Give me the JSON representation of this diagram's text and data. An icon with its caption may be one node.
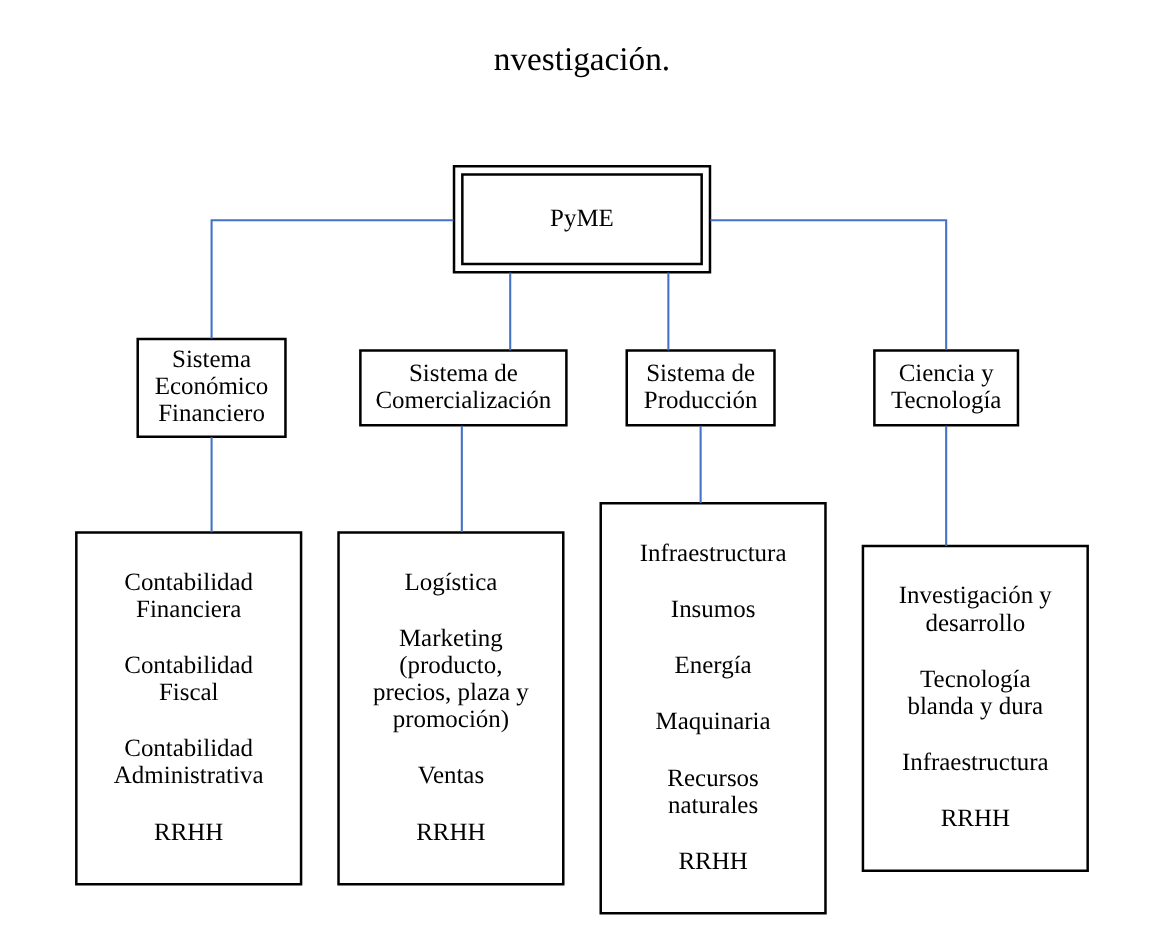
{
  "diagram": {
    "nodes": [
      {
        "text": [
          "PyME"
        ]
      },
      {
        "text": [
          "Sistema Económico Financiero"
        ]
      },
      {
        "text": [
          "Sistema de Comercialización"
        ]
      },
      {
        "text": [
          "Sistema de Producción"
        ]
      },
      {
        "text": [
          "Ciencia y Tecnología"
        ]
      },
      {
        "text": [
          "Contabilidad Financiera",
          "Contabilidad Fiscal",
          "Contabilidad Administrativa",
          "RRHH"
        ]
      },
      {
        "text": [
          "Logística",
          "Marketing (producto, precios, plaza y promoción)",
          "Ventas",
          "RRHH"
        ]
      },
      {
        "text": [
          "Infraestructura",
          "Insumos",
          "Energía",
          "Maquinaria",
          "Recursos naturales",
          "RRHH"
        ]
      },
      {
        "text": [
          "Investigación y desarrollo",
          "Tecnología blanda y dura",
          "Infraestructura",
          "RRHH"
        ]
      }
    ],
    "edges": [
      {
        "from": 0,
        "to": 1,
        "arrow": "none",
        "color": "#4472c4"
      },
      {
        "from": 0,
        "to": 2,
        "arrow": "none",
        "color": "#4472c4"
      },
      {
        "from": 0,
        "to": 3,
        "arrow": "none",
        "color": "#4472c4"
      },
      {
        "from": 0,
        "to": 4,
        "arrow": "none",
        "color": "#4472c4"
      },
      {
        "from": 1,
        "to": 5,
        "arrow": "none",
        "color": "#4472c4"
      },
      {
        "from": 2,
        "to": 6,
        "arrow": "none",
        "color": "#4472c4"
      },
      {
        "from": 3,
        "to": 7,
        "arrow": "none",
        "color": "#4472c4"
      },
      {
        "from": 4,
        "to": 8,
        "arrow": "none",
        "color": "#4472c4"
      }
    ],
    "labels": [
      "nvestigación."
    ]
  }
}
